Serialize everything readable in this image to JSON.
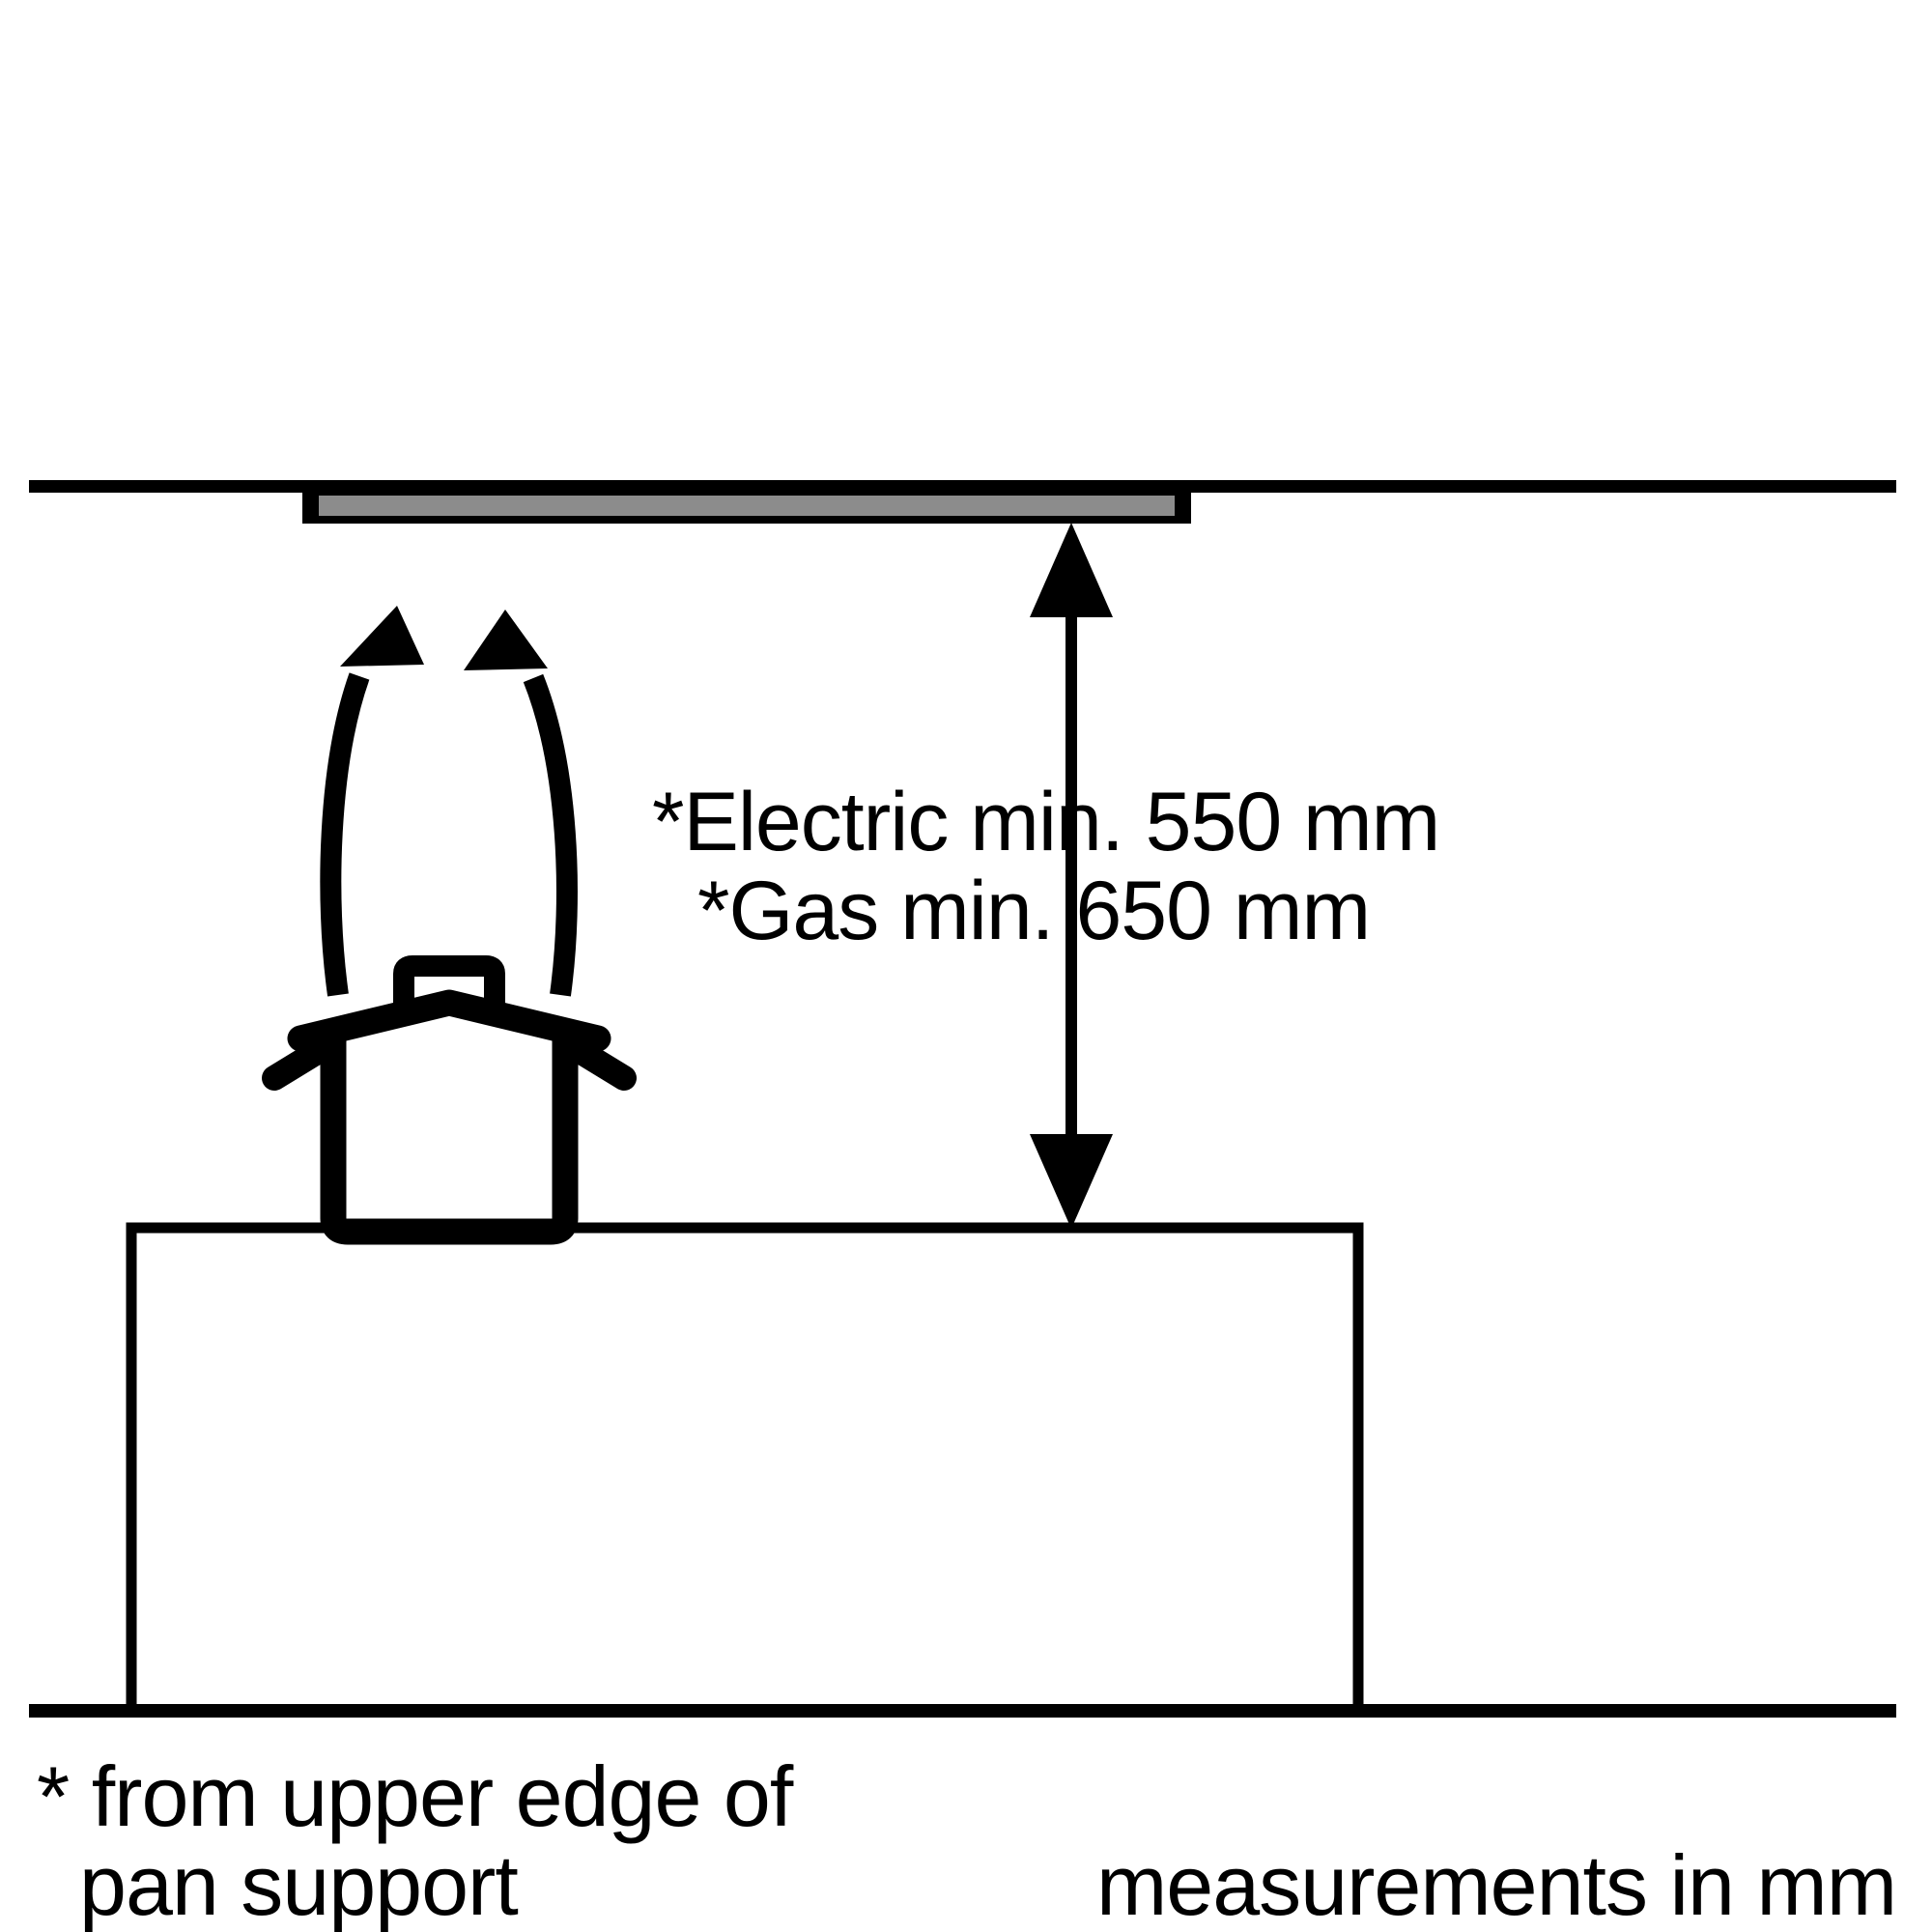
{
  "diagram": {
    "title": "Cooker hood installation clearance diagram",
    "colors": {
      "stroke": "#000000",
      "hood_fill": "#8c8c8c",
      "background": "#ffffff"
    },
    "labels": {
      "clearance_electric": "*Electric min. 550 mm",
      "clearance_gas": "*Gas min. 650 mm",
      "footnote_line1": "* from upper edge of",
      "footnote_line2": "pan support",
      "units_note": "measurements in mm"
    },
    "parts": {
      "ceiling_line": "ceiling-line",
      "hood": "cooker-hood",
      "hood_panel": "hood-grease-filter-panel",
      "steam_arrow_left": "steam-arrow-left",
      "steam_arrow_right": "steam-arrow-right",
      "pot": "cooking-pot",
      "pot_lid": "pot-lid",
      "pot_knob": "pot-lid-knob",
      "pot_handle_left": "pot-handle-left",
      "pot_handle_right": "pot-handle-right",
      "cooktop_cabinet": "cooktop-cabinet",
      "floor_line": "floor-line",
      "dimension_arrow": "clearance-dimension-arrow"
    },
    "measurements": {
      "electric_min_value": "550",
      "electric_min_unit": "mm",
      "gas_min_value": "650",
      "gas_min_unit": "mm"
    }
  }
}
